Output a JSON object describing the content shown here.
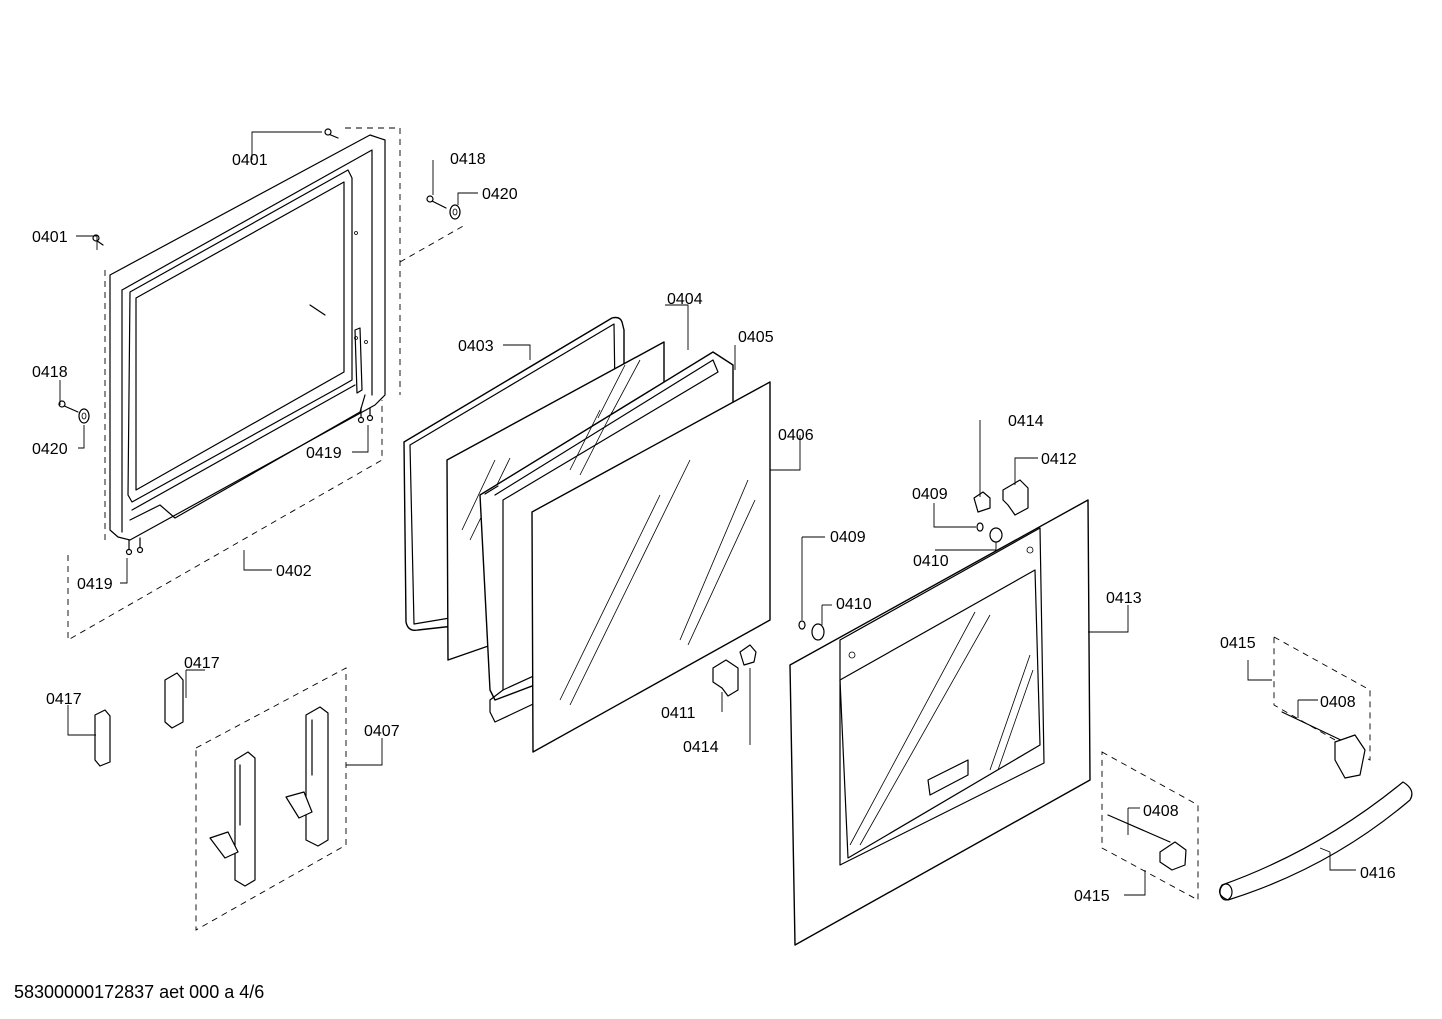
{
  "labels": {
    "p0401a": "0401",
    "p0401b": "0401",
    "p0402": "0402",
    "p0403": "0403",
    "p0404": "0404",
    "p0405": "0405",
    "p0406": "0406",
    "p0407": "0407",
    "p0408a": "0408",
    "p0408b": "0408",
    "p0409a": "0409",
    "p0409b": "0409",
    "p0410a": "0410",
    "p0410b": "0410",
    "p0411": "0411",
    "p0412": "0412",
    "p0413": "0413",
    "p0414a": "0414",
    "p0414b": "0414",
    "p0415a": "0415",
    "p0415b": "0415",
    "p0416": "0416",
    "p0417a": "0417",
    "p0417b": "0417",
    "p0418a": "0418",
    "p0418b": "0418",
    "p0419a": "0419",
    "p0419b": "0419",
    "p0420a": "0420",
    "p0420b": "0420"
  },
  "footer": "58300000172837 aet 000 a 4/6"
}
